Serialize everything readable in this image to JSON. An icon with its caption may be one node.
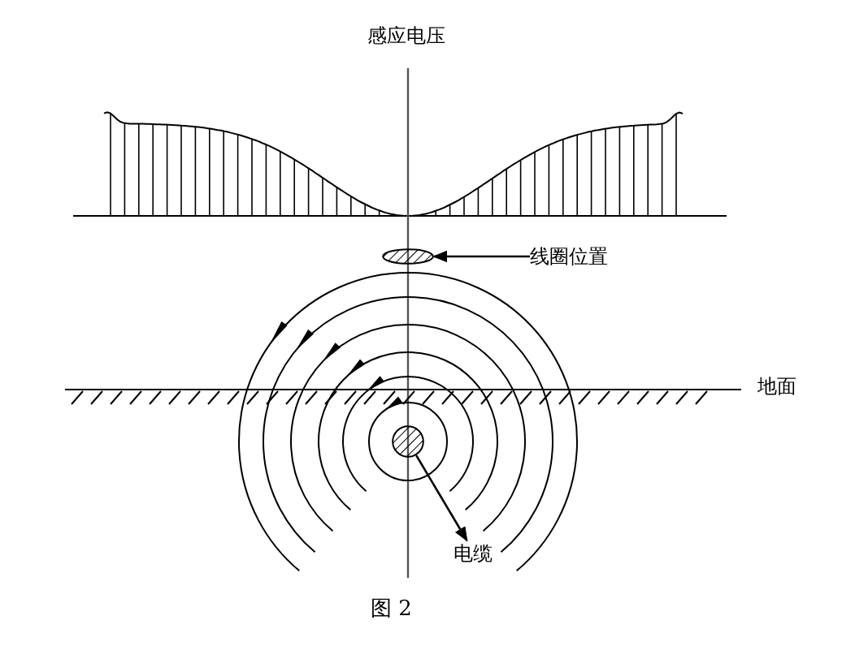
{
  "diagram": {
    "caption": "图 2",
    "nodes": [
      {
        "text": [
          "线圈位置"
        ]
      },
      {
        "text": [],
        "shape": "ellipse"
      },
      {
        "text": [],
        "shape": "circle"
      },
      {
        "text": [
          "电缆"
        ]
      }
    ],
    "edges": [
      {
        "from": 0,
        "to": 1,
        "arrow": "to"
      },
      {
        "from": 2,
        "to": 3,
        "arrow": "to"
      }
    ],
    "labels": [
      "感应电压",
      "地面"
    ]
  }
}
